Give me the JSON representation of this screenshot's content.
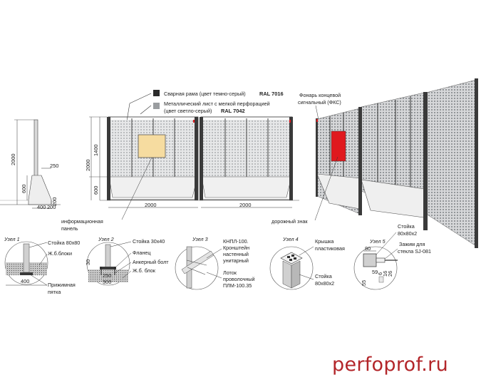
{
  "legend": {
    "frame_text": "Сварная рама (цвет темно-серый)",
    "frame_ral": "RAL 7016",
    "frame_color": "#2b2b2b",
    "sheet_text_1": "Металлический лист с мелкой перфорацией",
    "sheet_text_2": "(цвет светло-серый)",
    "sheet_ral": "RAL 7042",
    "sheet_color": "#9a9da0"
  },
  "side_view": {
    "dims": [
      "2000",
      "250",
      "600",
      "200",
      "400",
      "200"
    ]
  },
  "front_view": {
    "dims_vertical": [
      "2000",
      "1400",
      "600"
    ],
    "dims_horizontal": [
      "2000",
      "2000"
    ],
    "info_panel_label_1": "информационная",
    "info_panel_label_2": "панель",
    "info_panel_color": "#f6dca0"
  },
  "perspective": {
    "lamp_label_1": "Фонарь концевой",
    "lamp_label_2": "сигнальный (ФКС)",
    "road_sign_label": "дорожный знак",
    "sign_color": "#e0191e"
  },
  "nodes": [
    {
      "title": "Узел 1",
      "labels": [
        "Стойка 80х80",
        "Ж.б.блоки",
        "Прижимная",
        "пятка"
      ],
      "dims": [
        "400"
      ]
    },
    {
      "title": "Узел 2",
      "labels": [
        "Стойка 30х40",
        "Фланец",
        "Анкерный болт",
        "Ж.б. блок"
      ],
      "dims": [
        "30",
        "250",
        "300"
      ]
    },
    {
      "title": "Узел 3",
      "labels": [
        "КНПЛ-100.",
        "Кронштейн",
        "настенный",
        "унитарный",
        "Лоток",
        "проволочный",
        "ПЛМ-100.35"
      ]
    },
    {
      "title": "Узел 4",
      "labels": [
        "Крышка",
        "пластиковая",
        "Стойка",
        "80х80х2"
      ]
    },
    {
      "title": "Узел 5",
      "labels": [
        "Стойка",
        "80х80х2",
        "Зажим для",
        "стекла SJ-081"
      ],
      "dims": [
        "80",
        "59",
        "55",
        "6",
        "16",
        "26"
      ]
    }
  ],
  "watermark": "perfoprof.ru"
}
